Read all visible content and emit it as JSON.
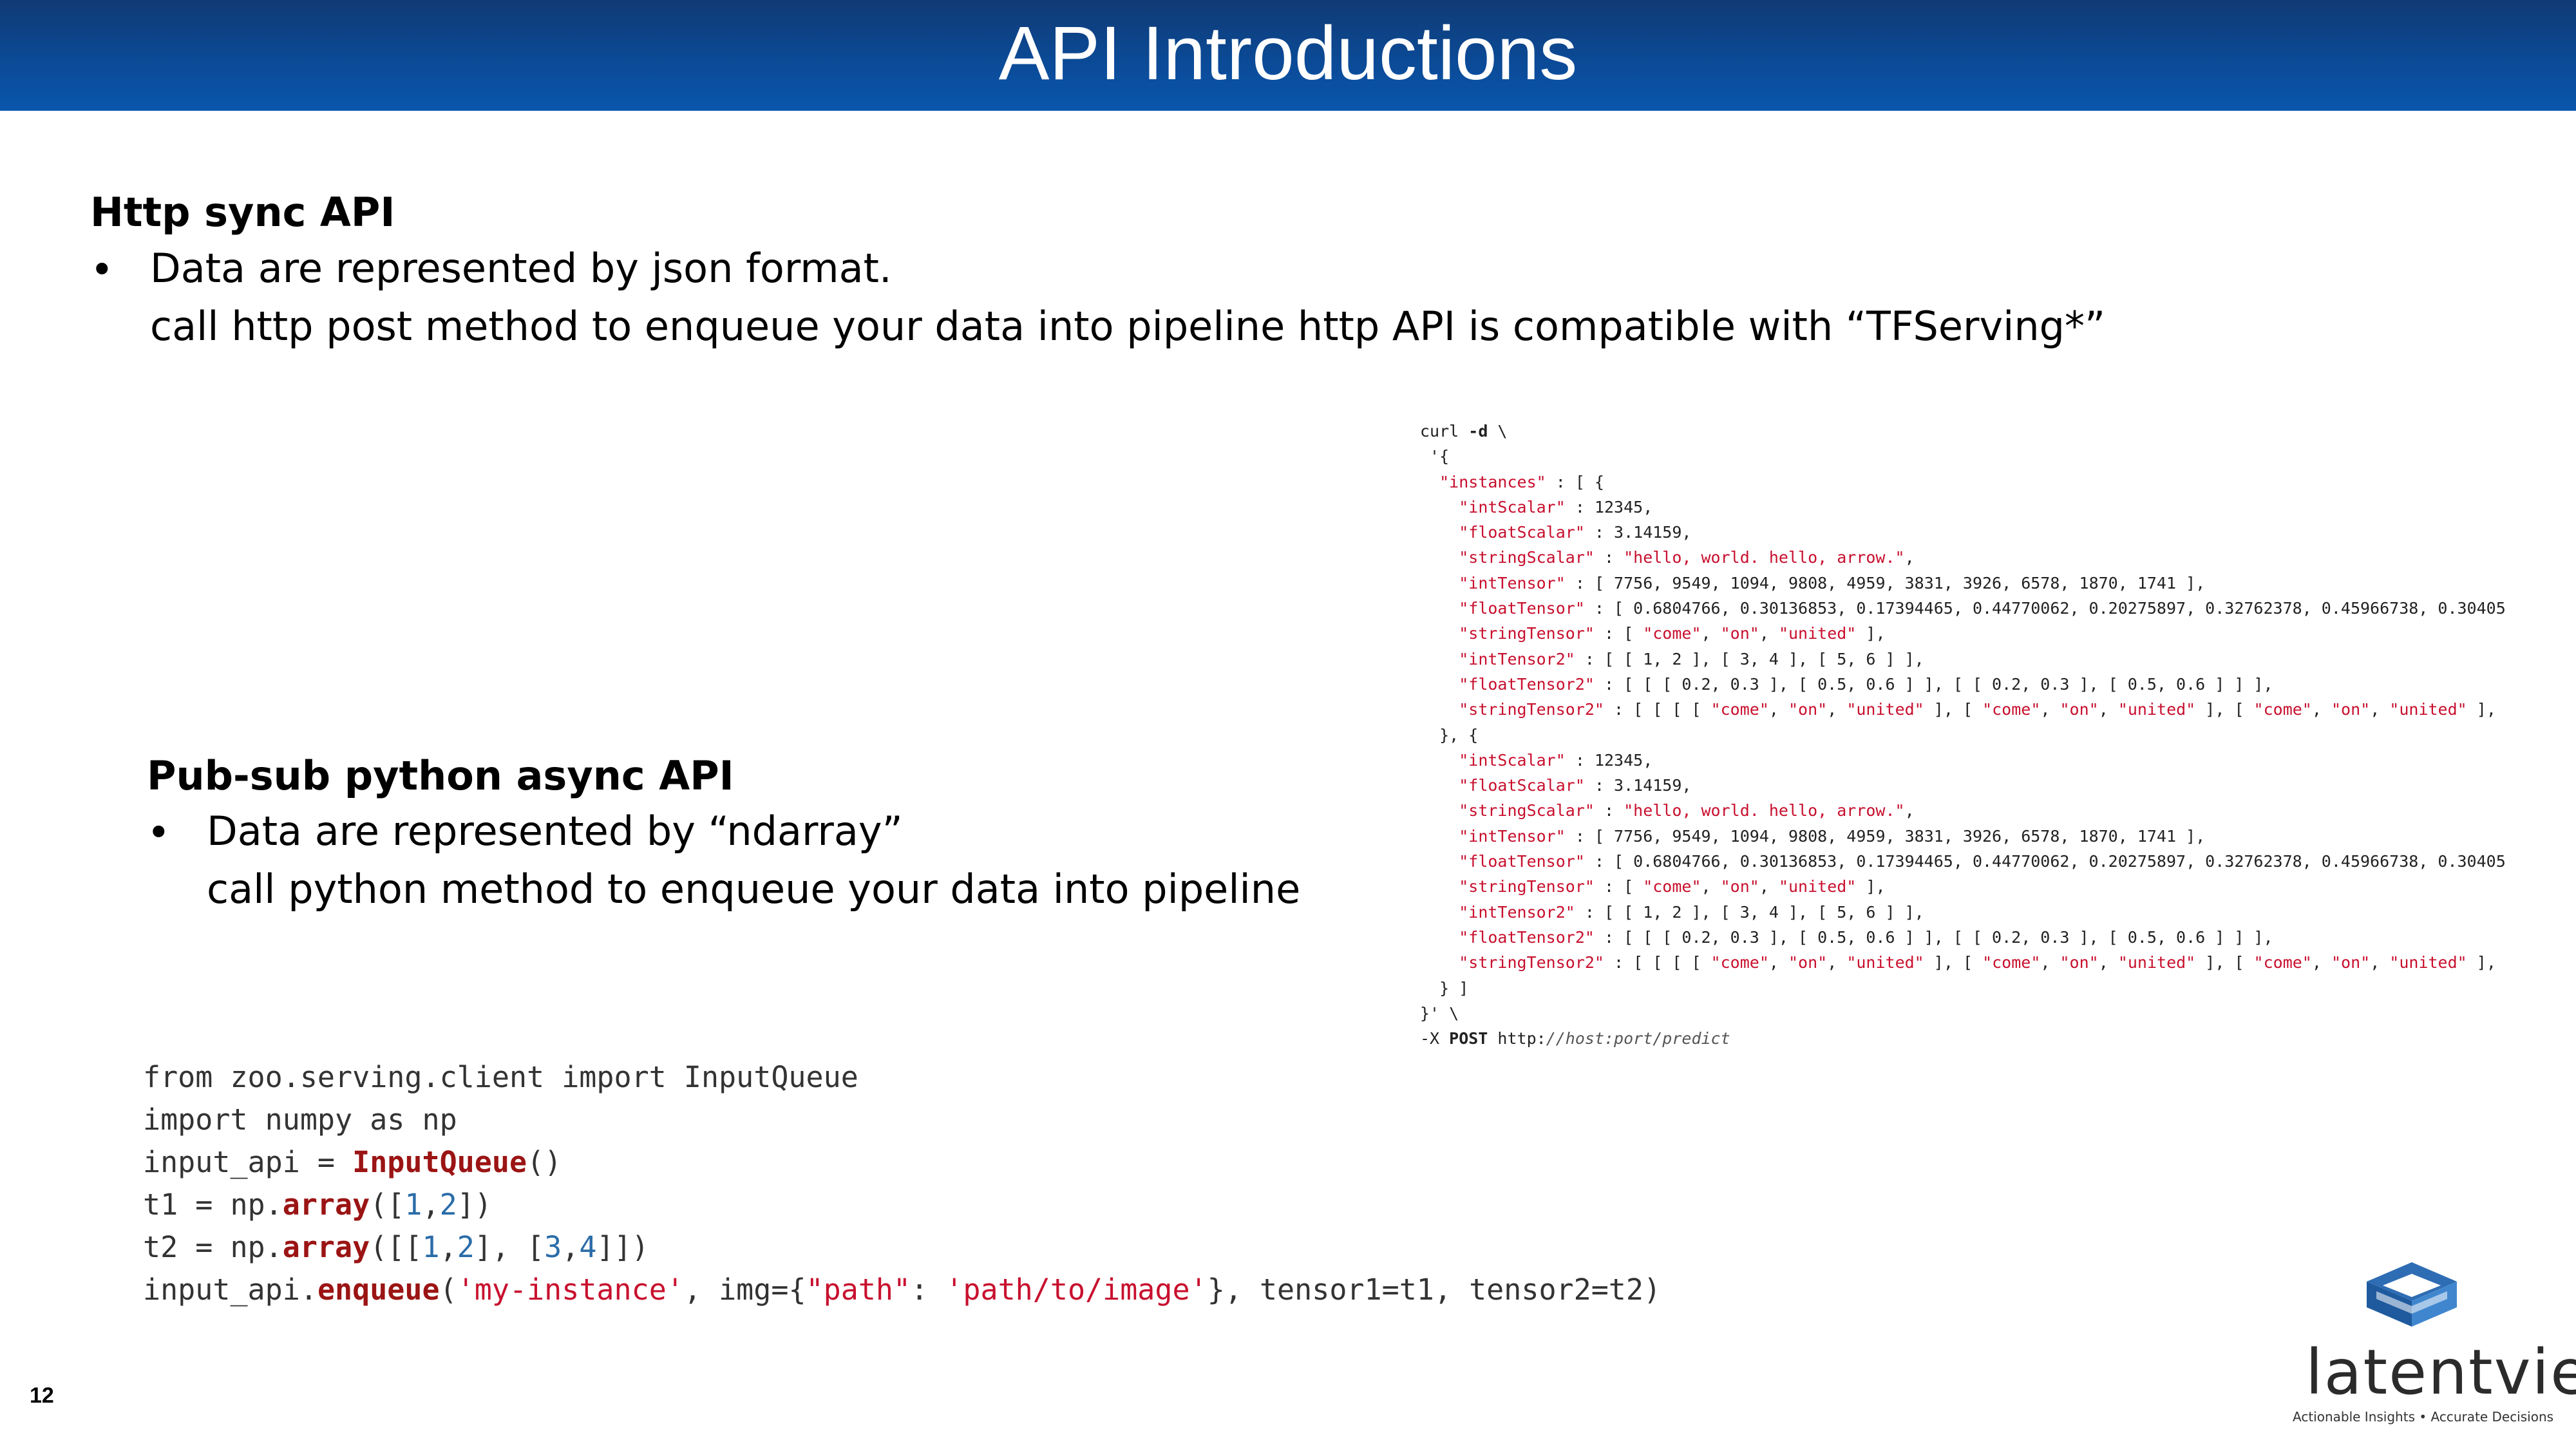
{
  "header": {
    "title": "API Introductions"
  },
  "http_section": {
    "heading": "Http sync API",
    "bullet": "•",
    "line1": "Data are represented by json format.",
    "line2": "call http post method to enqueue your data into pipeline http API is compatible with “TFServing*”"
  },
  "pubsub_section": {
    "heading": "Pub-sub python async API",
    "bullet": "•",
    "line1": "Data are represented by “ndarray”",
    "line2": "call python method to enqueue your data into pipeline"
  },
  "curl_code": {
    "lines": [
      "curl -d \\",
      " '{",
      "  \"instances\" : [ {",
      "    \"intScalar\" : 12345,",
      "    \"floatScalar\" : 3.14159,",
      "    \"stringScalar\" : \"hello, world. hello, arrow.\",",
      "    \"intTensor\" : [ 7756, 9549, 1094, 9808, 4959, 3831, 3926, 6578, 1870, 1741 ],",
      "    \"floatTensor\" : [ 0.6804766, 0.30136853, 0.17394465, 0.44770062, 0.20275897, 0.32762378, 0.45966738, 0.30405",
      "    \"stringTensor\" : [ \"come\", \"on\", \"united\" ],",
      "    \"intTensor2\" : [ [ 1, 2 ], [ 3, 4 ], [ 5, 6 ] ],",
      "    \"floatTensor2\" : [ [ [ 0.2, 0.3 ], [ 0.5, 0.6 ] ], [ [ 0.2, 0.3 ], [ 0.5, 0.6 ] ] ],",
      "    \"stringTensor2\" : [ [ [ [ \"come\", \"on\", \"united\" ], [ \"come\", \"on\", \"united\" ], [ \"come\", \"on\", \"united\" ],",
      "  }, {",
      "    \"intScalar\" : 12345,",
      "    \"floatScalar\" : 3.14159,",
      "    \"stringScalar\" : \"hello, world. hello, arrow.\",",
      "    \"intTensor\" : [ 7756, 9549, 1094, 9808, 4959, 3831, 3926, 6578, 1870, 1741 ],",
      "    \"floatTensor\" : [ 0.6804766, 0.30136853, 0.17394465, 0.44770062, 0.20275897, 0.32762378, 0.45966738, 0.30405",
      "    \"stringTensor\" : [ \"come\", \"on\", \"united\" ],",
      "    \"intTensor2\" : [ [ 1, 2 ], [ 3, 4 ], [ 5, 6 ] ],",
      "    \"floatTensor2\" : [ [ [ 0.2, 0.3 ], [ 0.5, 0.6 ] ], [ [ 0.2, 0.3 ], [ 0.5, 0.6 ] ] ],",
      "    \"stringTensor2\" : [ [ [ [ \"come\", \"on\", \"united\" ], [ \"come\", \"on\", \"united\" ], [ \"come\", \"on\", \"united\" ],",
      "  } ]",
      "}' \\",
      "-X POST http://host:port/predict"
    ]
  },
  "python_code": {
    "lines": [
      "from zoo.serving.client import InputQueue",
      "import numpy as np",
      "input_api = InputQueue()",
      "t1 = np.array([1,2])",
      "t2 = np.array([[1,2], [3,4]])",
      "input_api.enqueue('my-instance', img={\"path\": 'path/to/image'}, tensor1=t1, tensor2=t2)"
    ]
  },
  "footer": {
    "page_number": "12",
    "logo_text": "latentview",
    "logo_tagline": "Actionable Insights • Accurate Decisions"
  },
  "colors": {
    "header_top": "#103a74",
    "header_bottom": "#0a56ad",
    "string_red": "#c8102e",
    "function_red": "#9b1414",
    "number_blue": "#2a6ca8",
    "logo_blue": "#2e6db4"
  }
}
